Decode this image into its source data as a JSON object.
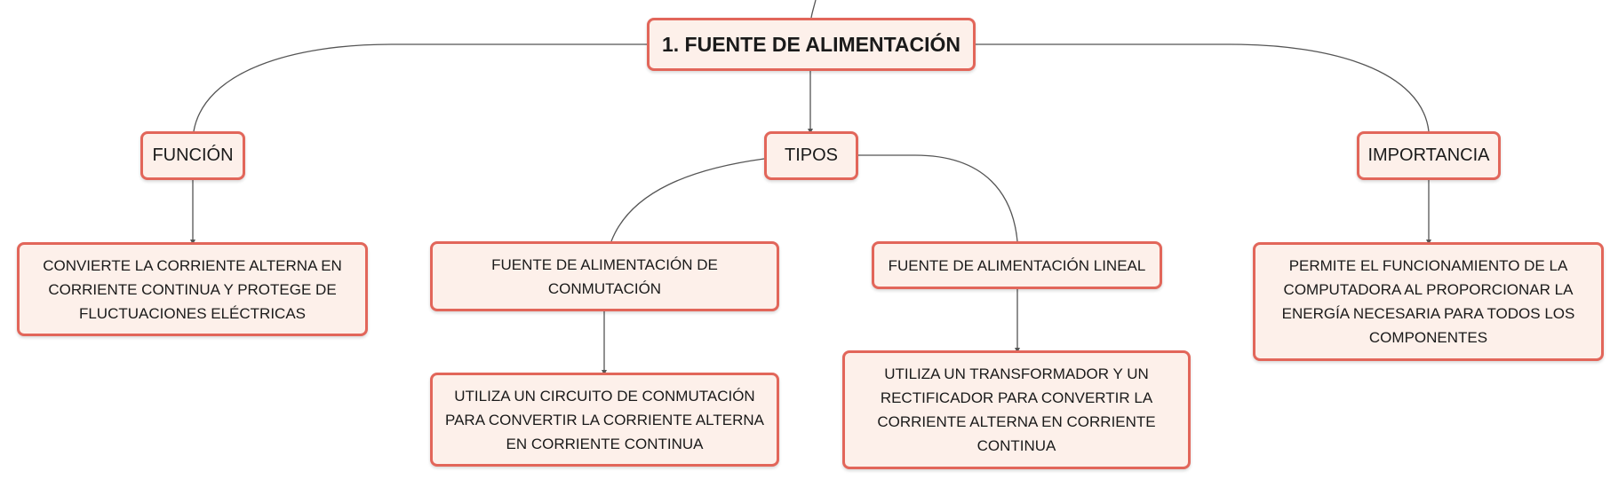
{
  "diagram": {
    "colors": {
      "node_fill": "#fdf0ea",
      "node_border": "#e2665a",
      "connector": "#555555"
    },
    "root": {
      "label": "1. FUENTE DE ALIMENTACIÓN"
    },
    "branches": {
      "funcion": {
        "label": "FUNCIÓN",
        "detail": "CONVIERTE LA CORRIENTE ALTERNA EN CORRIENTE CONTINUA Y PROTEGE DE FLUCTUACIONES ELÉCTRICAS"
      },
      "tipos": {
        "label": "TIPOS",
        "conmutacion": {
          "label": "FUENTE DE ALIMENTACIÓN DE CONMUTACIÓN",
          "detail": "UTILIZA UN CIRCUITO DE CONMUTACIÓN PARA CONVERTIR LA CORRIENTE ALTERNA EN CORRIENTE CONTINUA"
        },
        "lineal": {
          "label": "FUENTE DE ALIMENTACIÓN LINEAL",
          "detail": "UTILIZA UN TRANSFORMADOR Y UN RECTIFICADOR PARA CONVERTIR LA CORRIENTE ALTERNA EN CORRIENTE CONTINUA"
        }
      },
      "importancia": {
        "label": "IMPORTANCIA",
        "detail": "PERMITE EL FUNCIONAMIENTO DE LA COMPUTADORA AL PROPORCIONAR LA ENERGÍA NECESARIA PARA TODOS LOS COMPONENTES"
      }
    }
  }
}
